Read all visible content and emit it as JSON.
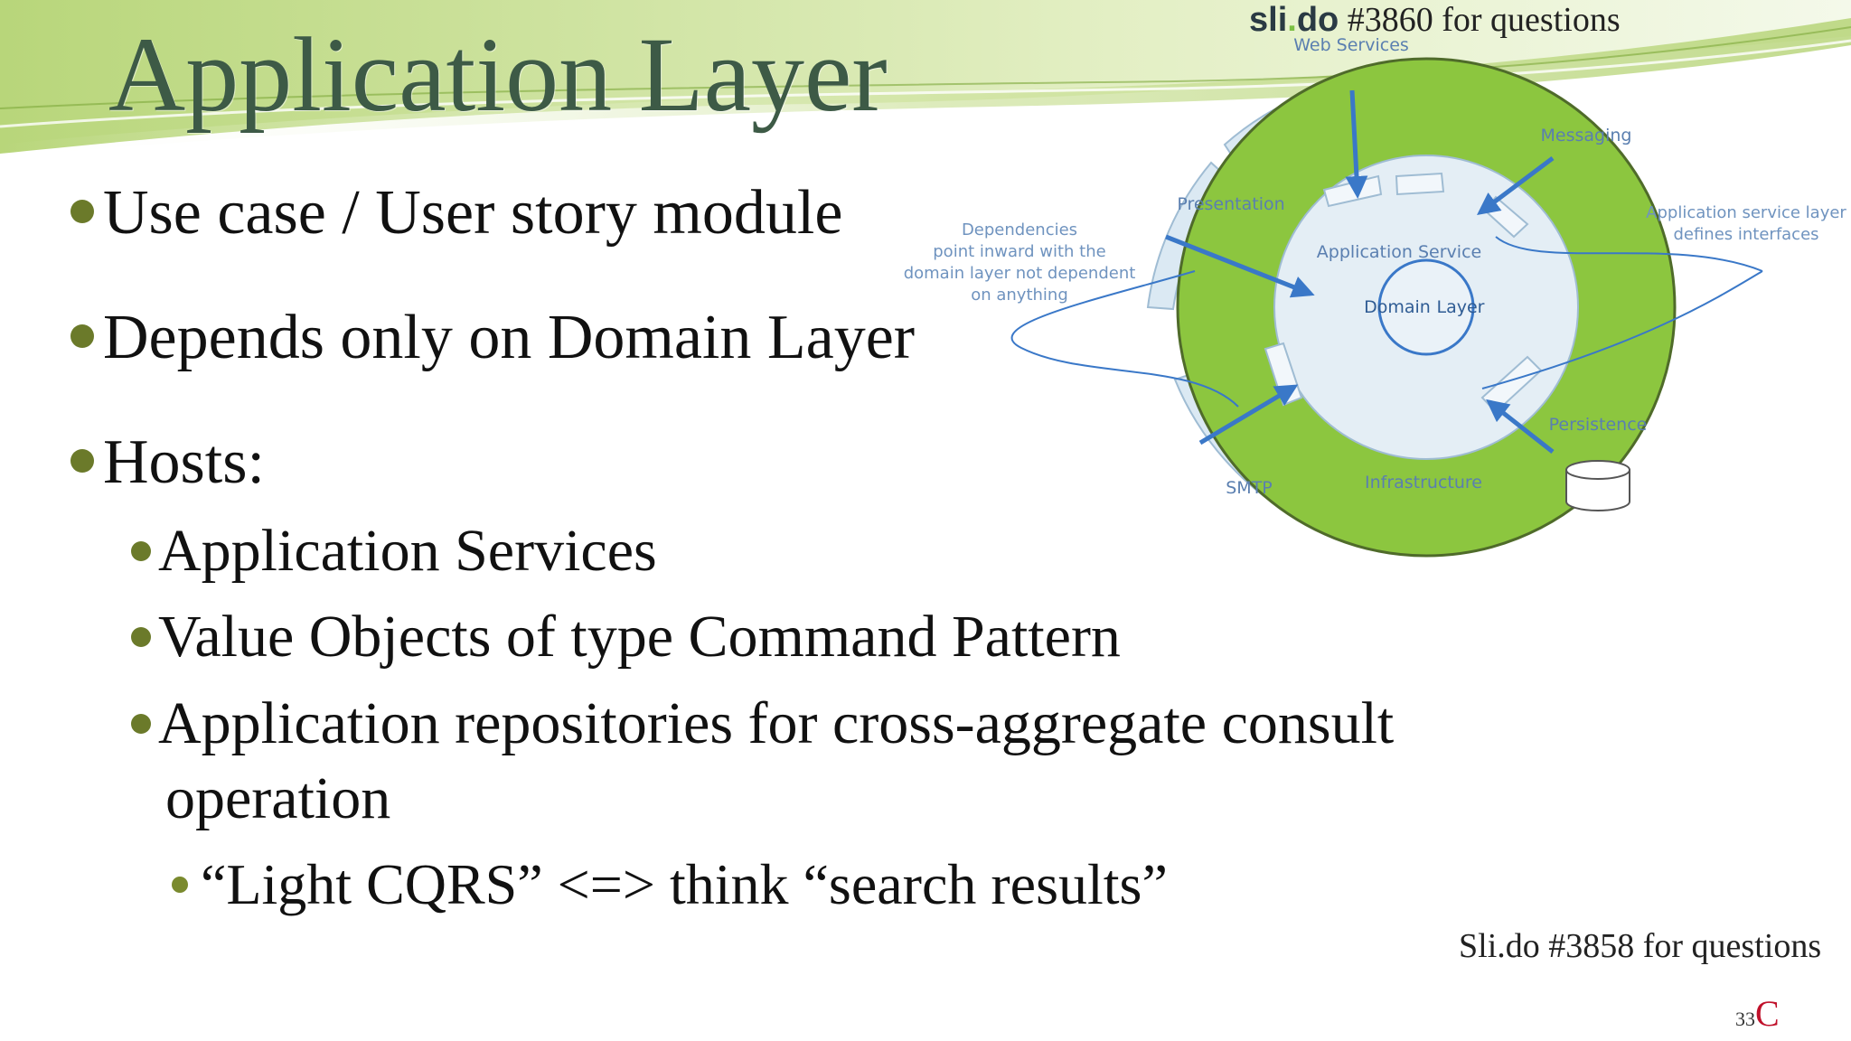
{
  "title": "Application Layer",
  "slido_top": {
    "logo": "sli",
    "logo_dot": ".",
    "logo_end": "do",
    "text": "#3860 for questions"
  },
  "bullets": {
    "b1": "Use case / User story module",
    "b2": "Depends only on Domain Layer",
    "b3": "Hosts:",
    "sub1": "Application Services",
    "sub2": "Value Objects of type Command Pattern",
    "sub3_line1": "Application repositories for cross-aggregate consult",
    "sub3_line2": "operation",
    "subsub1": "“Light CQRS” <=> think “search results”"
  },
  "diagram": {
    "web_services": "Web Services",
    "messaging": "Messaging",
    "presentation": "Presentation",
    "application_service": "Application Service",
    "domain": "Domain",
    "layer": "Layer",
    "persistence": "Persistence",
    "smtp": "SMTP",
    "infrastructure": "Infrastructure",
    "dependencies_note": [
      "Dependencies",
      "point inward with the",
      "domain layer not dependent",
      "on anything"
    ],
    "app_service_note": [
      "Application service layer",
      "defines interfaces"
    ]
  },
  "slido_bottom": "Sli.do #3858 for questions",
  "page_number": "33",
  "page_logo": "C",
  "colors": {
    "title": "#3d5a46",
    "ring_green": "#8cc63f",
    "arrow_blue": "#3a78c8",
    "label_blue": "#5a7fb0"
  }
}
